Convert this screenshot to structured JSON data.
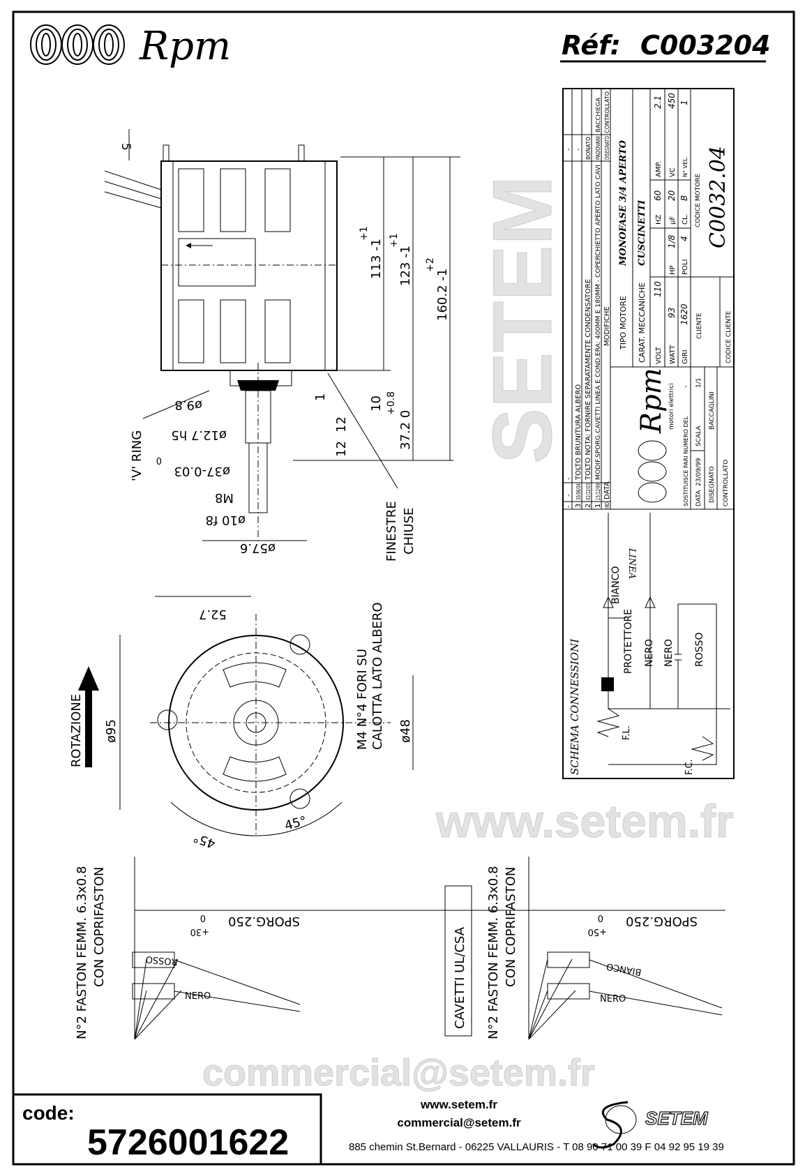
{
  "header": {
    "brand": "Rpm",
    "ref_label": "Réf:",
    "ref_value": "C003204"
  },
  "side_view": {
    "dim_top": "5",
    "dim_113": "113 -1",
    "dim_113_tol": "+1",
    "dim_123": "123 -1",
    "dim_123_tol": "+1",
    "dim_160": "160.2 -1",
    "dim_160_tol": "+2",
    "dim_10": "10",
    "dim_372": "37.2 0",
    "dim_372_tol": "+0.8",
    "dim_1": "1",
    "dim_12a": "12",
    "dim_12b": "12",
    "d_98": "ø9.8",
    "d_127": "ø12.7 h5",
    "d_37": "ø37-0.03",
    "d_37_tol": "0",
    "m8": "M8",
    "d_10": "ø10 f8",
    "d_576": "ø57.6",
    "v_ring": "'V' RING",
    "windows_1": "FINESTRE",
    "windows_2": "CHIUSE"
  },
  "front_view": {
    "dim_527": "52.7",
    "dim_95": "ø95",
    "dim_48": "ø48",
    "holes_1": "M4 N°4 FORI SU",
    "holes_2": "CALOTTA LATO ALBERO",
    "rotation": "ROTAZIONE",
    "angle_a": "45°",
    "angle_b": "45°"
  },
  "leads_left": {
    "label_1": "N°2 FASTON FEMM. 6.3x0.8",
    "label_2": "CON COPRIFASTON",
    "sporg": "SPORG.250",
    "sporg_tol": "+30",
    "sporg_tol0": "0",
    "wire_a": "ROSSO",
    "wire_b": "NERO"
  },
  "leads_right": {
    "cable_note": "CAVETTI UL/CSA",
    "label_1": "N°2 FASTON FEMM. 6.3x0.8",
    "label_2": "CON COPRIFASTON",
    "sporg": "SPORG.250",
    "sporg_tol": "+50",
    "sporg_tol0": "0",
    "wire_a": "BIANCO",
    "wire_b": "NERO"
  },
  "title_block": {
    "revisions": [
      {
        "ind": "-",
        "date": "-",
        "text": "-",
        "drawn": "-"
      },
      {
        "ind": "3",
        "date": "30/06/04",
        "text": "TOLTO BRUNITURA ALBERO",
        "drawn": "-"
      },
      {
        "ind": "2",
        "date": "02/12/03",
        "text": "TOLTO NOTA: FORNIRE SEPARATAMENTE CONDENSATORE",
        "drawn": "BONATO"
      },
      {
        "ind": "1",
        "date": "15/12/99",
        "text": "MODIF.SPORG.CAVETTI LINEA E COND.ERA: 400MM E 180MM - COPERCHIETTO APERTO LATO CAVI",
        "drawn": "PADOVANI"
      }
    ],
    "rev_header": {
      "ind": "IND",
      "date": "DATA",
      "text": "MODIFICHE",
      "drawn": "DISEGNATO",
      "checked": "CONTROLLATO"
    },
    "extra_drawn": "BACCHIEGA",
    "motor_type_label": "TIPO MOTORE",
    "motor_type": "MONOFASE 3/4 APERTO",
    "mech_label": "CARAT. MECCANICHE",
    "mech": "CUSCINETTI",
    "specs": [
      [
        {
          "k": "VOLT",
          "v": "110"
        },
        {
          "k": "HZ",
          "v": "60"
        },
        {
          "k": "AMP.",
          "v": "2.1"
        }
      ],
      [
        {
          "k": "WATT",
          "v": "93"
        },
        {
          "k": "HP",
          "v": "1/8"
        },
        {
          "k": "µF",
          "v": "20"
        },
        {
          "k": "VC",
          "v": "450"
        }
      ],
      [
        {
          "k": "GIRI",
          "v": "1620"
        },
        {
          "k": "POLI",
          "v": "4"
        },
        {
          "k": "CL.",
          "v": "B"
        },
        {
          "k": "N° VEL.",
          "v": "1"
        }
      ]
    ],
    "logo_brand": "Rpm",
    "logo_sub": "motori elettrici",
    "replaces_label": "SOSTITUISCE PARI NUMERO DEL",
    "replaces": "-",
    "date_label": "DATA",
    "date": "23/09/99",
    "scale_label": "SCALA",
    "scale": "1/1",
    "drawn_label": "DISEGNATO",
    "drawn_by": "BACCAGLINI",
    "checked_label": "CONTROLLATO",
    "client_label": "CLIENTE",
    "client_code_label": "CODICE CLIENTE",
    "motor_code_label": "CODICE MOTORE",
    "motor_code": "C0032.04"
  },
  "schema": {
    "title": "SCHEMA CONNESSIONI",
    "line": "LINEA",
    "bianco": "BIANCO",
    "protettore": "PROTETTORE",
    "nero1": "NERO",
    "nero2": "NERO",
    "rosso": "ROSSO",
    "fl": "F.L.",
    "fc": "F.C."
  },
  "watermark": {
    "a": "www.setem.fr",
    "b": "SETEM",
    "c": "commercial@setem.fr"
  },
  "footer": {
    "code_label": "code:",
    "code": "5726001622",
    "web": "www.setem.fr",
    "email": "commercial@setem.fr",
    "address": "885 chemin St.Bernard  -  06225 VALLAURIS  -  T 08 90 71 00 39   F 04 92 95 19 39",
    "logo": "SETEM"
  }
}
